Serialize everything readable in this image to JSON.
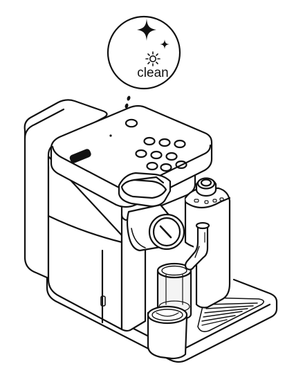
{
  "callout": {
    "label": "clean",
    "icons": [
      "sparkle-large-icon",
      "sparkle-small-icon",
      "light-indicator-icon"
    ]
  },
  "machine": {
    "logo_text": "",
    "button_grid": {
      "rows": 3,
      "cols": [
        3,
        3,
        3
      ]
    }
  },
  "colors": {
    "line": "#111111",
    "background": "#ffffff",
    "glass": "#f4f4f4"
  }
}
